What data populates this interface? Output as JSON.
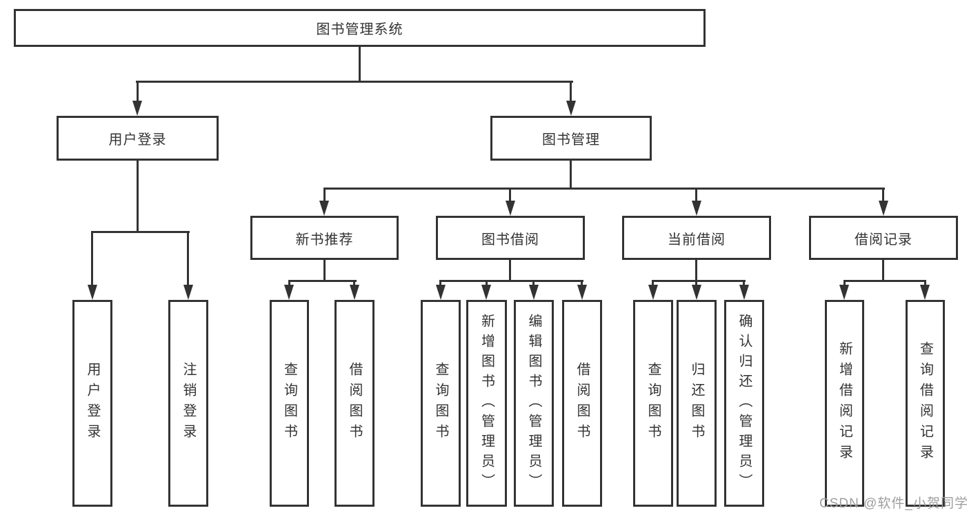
{
  "diagram": {
    "root": {
      "label": "图书管理系统"
    },
    "level1": {
      "user_login": {
        "label": "用户登录",
        "children": {
          "user_login": {
            "label": "用户登录"
          },
          "logout": {
            "label": "注销登录"
          }
        }
      },
      "book_mgmt": {
        "label": "图书管理",
        "children": {
          "new_book_rec": {
            "label": "新书推荐",
            "children": {
              "query_book": {
                "label": "查询图书"
              },
              "borrow_book": {
                "label": "借阅图书"
              }
            }
          },
          "book_borrow": {
            "label": "图书借阅",
            "children": {
              "query_book": {
                "label": "查询图书"
              },
              "add_book": {
                "label": "新增图书（管理员）"
              },
              "edit_book": {
                "label": "编辑图书（管理员）"
              },
              "borrow_book": {
                "label": "借阅图书"
              }
            }
          },
          "current_borrow": {
            "label": "当前借阅",
            "children": {
              "query_book": {
                "label": "查询图书"
              },
              "return_book": {
                "label": "归还图书"
              },
              "confirm_return": {
                "label": "确认归还（管理员）"
              }
            }
          },
          "borrow_record": {
            "label": "借阅记录",
            "children": {
              "add_record": {
                "label": "新增借阅记录"
              },
              "query_record": {
                "label": "查询借阅记录"
              }
            }
          }
        }
      }
    },
    "colors": {
      "line": "#333333",
      "text": "#333333",
      "watermark": "#9e9e9e",
      "background": "#ffffff"
    }
  },
  "watermark": {
    "text": "CSDN @软件_小贺同学"
  }
}
